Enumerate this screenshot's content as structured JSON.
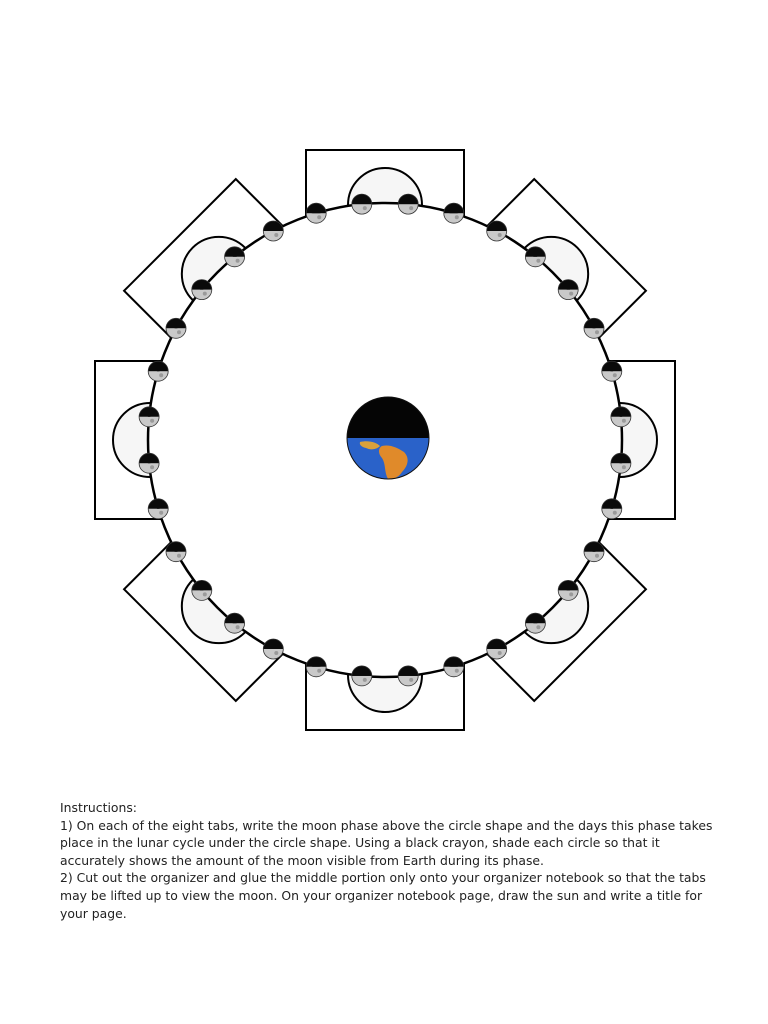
{
  "colors": {
    "outline": "#000000",
    "tab_fill": "#ffffff",
    "circle_fill": "#f6f6f6",
    "moon_dark": "#0a0a0a",
    "moon_light": "#c9c9c9",
    "ocean": "#2a62c9",
    "land": "#e08a2a",
    "text": "#222222"
  },
  "organizer": {
    "tab_count": 8,
    "moon_marker_count": 32,
    "center_icon": "earth-globe-icon"
  },
  "instructions": {
    "heading": "Instructions:",
    "step_1": "1) On each of the eight tabs, write the moon  phase above the circle shape and the days this phase takes place in the lunar cycle under the circle shape. Using a black crayon, shade each circle so that it accurately shows the amount of the moon visible from Earth during its phase.",
    "step_2": "2) Cut out the organizer and glue the middle portion only onto your organizer notebook so that the tabs may be lifted up to view the moon. On your organizer notebook page, draw the sun and write a title for your page."
  }
}
